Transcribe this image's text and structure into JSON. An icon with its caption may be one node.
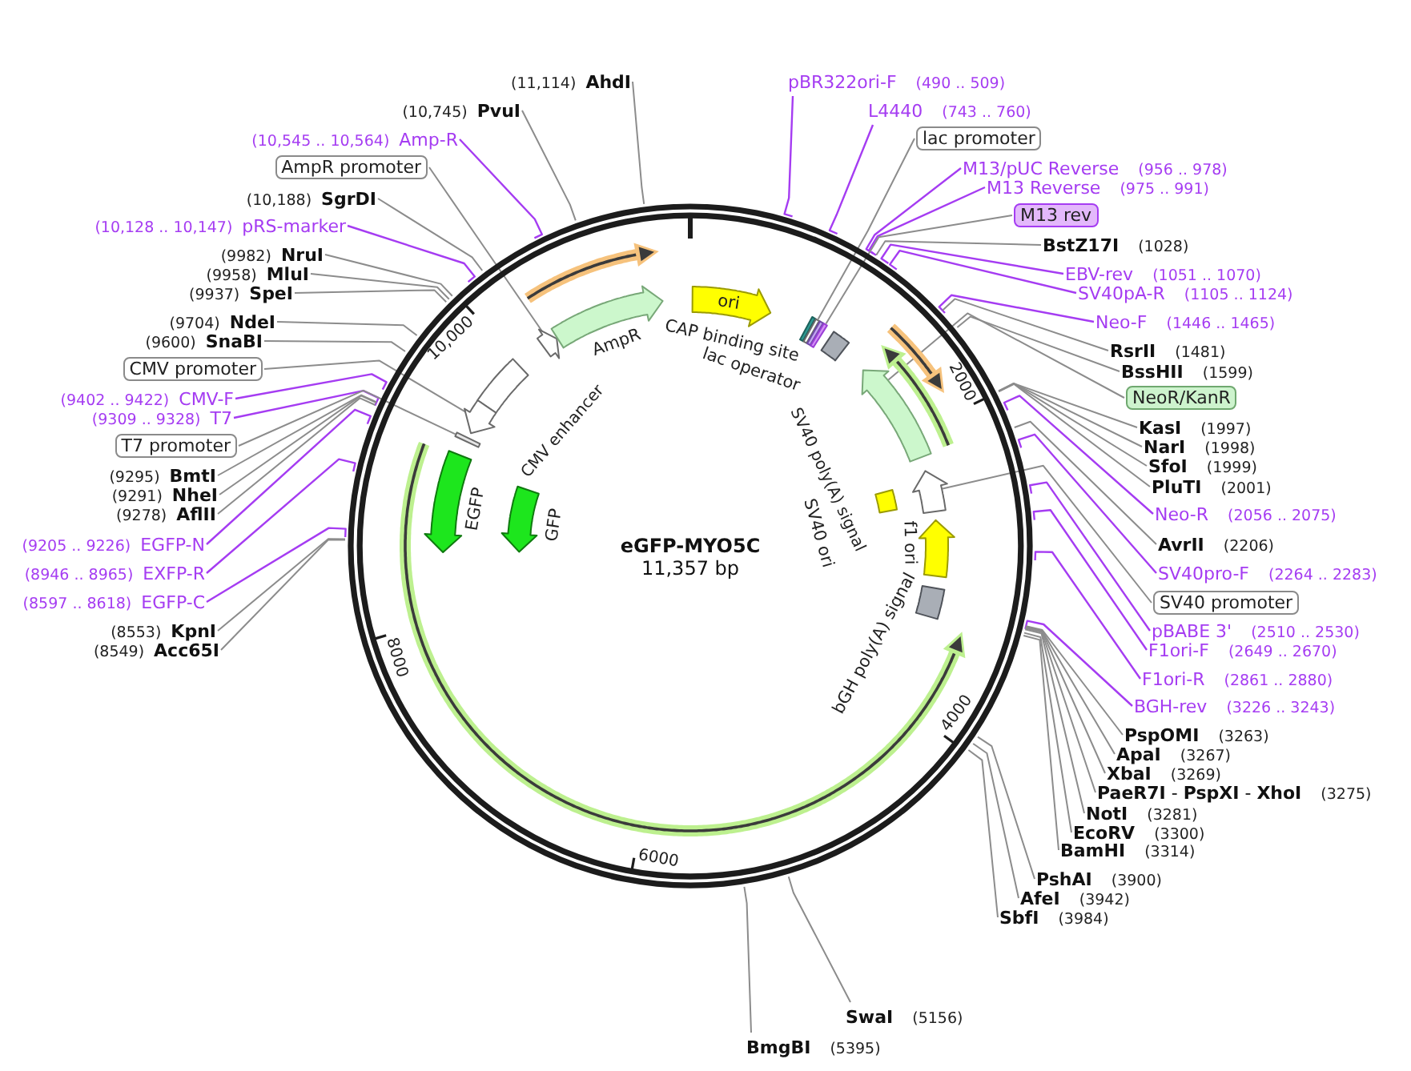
{
  "diagram": {
    "nodes": [
      {
        "text": [
          "eGFP-MYO5C",
          "11,357 bp"
        ]
      },
      {
        "text": [],
        "shape": "arrow",
        "in": 0
      },
      {
        "text": [
          "AmpR"
        ],
        "in": 0
      },
      {
        "text": [
          "ori"
        ],
        "in": 0
      },
      {
        "text": [
          "CAP binding site"
        ],
        "in": 0
      },
      {
        "text": [],
        "shape": "bar",
        "in": 0
      },
      {
        "text": [
          "lac operator"
        ],
        "in": 0
      },
      {
        "text": [],
        "shape": "bar",
        "in": 0
      },
      {
        "text": [
          "SV40 poly(A) signal"
        ],
        "in": 0
      },
      {
        "text": [
          "CMV enhancer"
        ],
        "in": 0
      },
      {
        "text": [],
        "shape": "arrow",
        "in": 0
      },
      {
        "text": [],
        "shape": "arrow",
        "in": 0
      },
      {
        "text": [],
        "shape": "bar",
        "in": 0
      },
      {
        "text": [],
        "shape": "arrow",
        "in": 0
      },
      {
        "text": [
          "EGFP"
        ],
        "in": 0
      },
      {
        "text": [
          "GFP"
        ],
        "in": 0
      },
      {
        "text": [
          "SV40 ori"
        ],
        "in": 0
      },
      {
        "text": [
          "f1 ori"
        ],
        "in": 0
      },
      {
        "text": [
          "bGH poly(A) signal"
        ],
        "in": 0
      },
      {
        "text": [
          "(11,114)",
          "AhdI"
        ]
      },
      {
        "text": [
          "(10,745)",
          "PvuI"
        ]
      },
      {
        "text": [
          "(10,545 .. 10,564)",
          "Amp-R"
        ]
      },
      {
        "text": [
          "AmpR promoter"
        ]
      },
      {
        "text": [
          "(10,188)",
          "SgrDI"
        ]
      },
      {
        "text": [
          "(10,128 .. 10,147)",
          "pRS-marker"
        ]
      },
      {
        "text": [
          "(9982)",
          "NruI"
        ]
      },
      {
        "text": [
          "(9958)",
          "MluI"
        ]
      },
      {
        "text": [
          "(9937)",
          "SpeI"
        ]
      },
      {
        "text": [
          "(9704)",
          "NdeI"
        ]
      },
      {
        "text": [
          "(9600)",
          "SnaBI"
        ]
      },
      {
        "text": [
          "CMV promoter"
        ]
      },
      {
        "text": [
          "(9402 .. 9422)",
          "CMV-F"
        ]
      },
      {
        "text": [
          "(9309 .. 9328)",
          "T7"
        ]
      },
      {
        "text": [
          "T7 promoter"
        ]
      },
      {
        "text": [
          "(9295)",
          "BmtI"
        ]
      },
      {
        "text": [
          "(9291)",
          "NheI"
        ]
      },
      {
        "text": [
          "(9278)",
          "AflII"
        ]
      },
      {
        "text": [
          "(9205 .. 9226)",
          "EGFP-N"
        ]
      },
      {
        "text": [
          "(8946 .. 8965)",
          "EXFP-R"
        ]
      },
      {
        "text": [
          "(8597 .. 8618)",
          "EGFP-C"
        ]
      },
      {
        "text": [
          "(8553)",
          "KpnI"
        ]
      },
      {
        "text": [
          "(8549)",
          "Acc65I"
        ]
      },
      {
        "text": [
          "pBR322ori-F",
          "(490 .. 509)"
        ]
      },
      {
        "text": [
          "L4440",
          "(743 .. 760)"
        ]
      },
      {
        "text": [
          "lac promoter"
        ]
      },
      {
        "text": [
          "M13/pUC Reverse",
          "(956 .. 978)"
        ]
      },
      {
        "text": [
          "M13 Reverse",
          "(975 .. 991)"
        ]
      },
      {
        "text": [
          "M13 rev"
        ]
      },
      {
        "text": [
          "BstZ17I",
          "(1028)"
        ]
      },
      {
        "text": [
          "EBV-rev",
          "(1051 .. 1070)"
        ]
      },
      {
        "text": [
          "SV40pA-R",
          "(1105 .. 1124)"
        ]
      },
      {
        "text": [
          "Neo-F",
          "(1446 .. 1465)"
        ]
      },
      {
        "text": [
          "RsrII",
          "(1481)"
        ]
      },
      {
        "text": [
          "BssHII",
          "(1599)"
        ]
      },
      {
        "text": [
          "NeoR/KanR"
        ]
      },
      {
        "text": [
          "KasI",
          "(1997)"
        ]
      },
      {
        "text": [
          "NarI",
          "(1998)"
        ]
      },
      {
        "text": [
          "SfoI",
          "(1999)"
        ]
      },
      {
        "text": [
          "PluTI",
          "(2001)"
        ]
      },
      {
        "text": [
          "Neo-R",
          "(2056 .. 2075)"
        ]
      },
      {
        "text": [
          "AvrII",
          "(2206)"
        ]
      },
      {
        "text": [
          "SV40pro-F",
          "(2264 .. 2283)"
        ]
      },
      {
        "text": [
          "SV40 promoter"
        ]
      },
      {
        "text": [
          "pBABE 3'",
          "(2510 .. 2530)"
        ]
      },
      {
        "text": [
          "F1ori-F",
          "(2649 .. 2670)"
        ]
      },
      {
        "text": [
          "F1ori-R",
          "(2861 .. 2880)"
        ]
      },
      {
        "text": [
          "BGH-rev",
          "(3226 .. 3243)"
        ]
      },
      {
        "text": [
          "PspOMI",
          "(3263)"
        ]
      },
      {
        "text": [
          "ApaI",
          "(3267)"
        ]
      },
      {
        "text": [
          "XbaI",
          "(3269)"
        ]
      },
      {
        "text": [
          "**PaeR7I** - **PspXI** - **XhoI**",
          "(3275)"
        ]
      },
      {
        "text": [
          "NotI",
          "(3281)"
        ]
      },
      {
        "text": [
          "EcoRV",
          "(3300)"
        ]
      },
      {
        "text": [
          "BamHI",
          "(3314)"
        ]
      },
      {
        "text": [
          "PshAI",
          "(3900)"
        ]
      },
      {
        "text": [
          "AfeI",
          "(3942)"
        ]
      },
      {
        "text": [
          "SbfI",
          "(3984)"
        ]
      },
      {
        "text": [
          "SwaI",
          "(5156)"
        ]
      },
      {
        "text": [
          "BmgBI",
          "(5395)"
        ]
      }
    ],
    "edges": [
      {
        "from": 19,
        "to": 0,
        "arrow": "none"
      },
      {
        "from": 20,
        "to": 0,
        "arrow": "none"
      },
      {
        "from": 21,
        "to": 0,
        "arrow": "none",
        "color": "#a53cf2"
      },
      {
        "from": 22,
        "to": 1,
        "arrow": "none"
      },
      {
        "from": 23,
        "to": 0,
        "arrow": "none"
      },
      {
        "from": 24,
        "to": 0,
        "arrow": "none",
        "color": "#a53cf2"
      },
      {
        "from": 25,
        "to": 0,
        "arrow": "none"
      },
      {
        "from": 26,
        "to": 0,
        "arrow": "none"
      },
      {
        "from": 27,
        "to": 0,
        "arrow": "none"
      },
      {
        "from": 28,
        "to": 0,
        "arrow": "none"
      },
      {
        "from": 29,
        "to": 0,
        "arrow": "none"
      },
      {
        "from": 30,
        "to": 10,
        "arrow": "none"
      },
      {
        "from": 31,
        "to": 0,
        "arrow": "none",
        "color": "#a53cf2"
      },
      {
        "from": 32,
        "to": 0,
        "arrow": "none",
        "color": "#a53cf2"
      },
      {
        "from": 33,
        "to": 12,
        "arrow": "none"
      },
      {
        "from": 34,
        "to": 0,
        "arrow": "none"
      },
      {
        "from": 35,
        "to": 0,
        "arrow": "none"
      },
      {
        "from": 36,
        "to": 0,
        "arrow": "none"
      },
      {
        "from": 37,
        "to": 0,
        "arrow": "none",
        "color": "#a53cf2"
      },
      {
        "from": 38,
        "to": 0,
        "arrow": "none",
        "color": "#a53cf2"
      },
      {
        "from": 39,
        "to": 0,
        "arrow": "none",
        "color": "#a53cf2"
      },
      {
        "from": 40,
        "to": 0,
        "arrow": "none"
      },
      {
        "from": 41,
        "to": 0,
        "arrow": "none"
      },
      {
        "from": 42,
        "to": 0,
        "arrow": "none",
        "color": "#a53cf2"
      },
      {
        "from": 43,
        "to": 0,
        "arrow": "none",
        "color": "#a53cf2"
      },
      {
        "from": 44,
        "to": 5,
        "arrow": "none"
      },
      {
        "from": 45,
        "to": 0,
        "arrow": "none",
        "color": "#a53cf2"
      },
      {
        "from": 46,
        "to": 0,
        "arrow": "none",
        "color": "#a53cf2"
      },
      {
        "from": 47,
        "to": 7,
        "arrow": "none"
      },
      {
        "from": 48,
        "to": 0,
        "arrow": "none"
      },
      {
        "from": 49,
        "to": 0,
        "arrow": "none",
        "color": "#a53cf2"
      },
      {
        "from": 50,
        "to": 0,
        "arrow": "none",
        "color": "#a53cf2"
      },
      {
        "from": 51,
        "to": 0,
        "arrow": "none",
        "color": "#a53cf2"
      },
      {
        "from": 52,
        "to": 0,
        "arrow": "none"
      },
      {
        "from": 53,
        "to": 0,
        "arrow": "none"
      },
      {
        "from": 54,
        "to": 11,
        "arrow": "none"
      },
      {
        "from": 55,
        "to": 0,
        "arrow": "none"
      },
      {
        "from": 56,
        "to": 0,
        "arrow": "none"
      },
      {
        "from": 57,
        "to": 0,
        "arrow": "none"
      },
      {
        "from": 58,
        "to": 0,
        "arrow": "none"
      },
      {
        "from": 59,
        "to": 0,
        "arrow": "none",
        "color": "#a53cf2"
      },
      {
        "from": 60,
        "to": 0,
        "arrow": "none"
      },
      {
        "from": 61,
        "to": 0,
        "arrow": "none",
        "color": "#a53cf2"
      },
      {
        "from": 62,
        "to": 13,
        "arrow": "none"
      },
      {
        "from": 63,
        "to": 0,
        "arrow": "none",
        "color": "#a53cf2"
      },
      {
        "from": 64,
        "to": 0,
        "arrow": "none",
        "color": "#a53cf2"
      },
      {
        "from": 65,
        "to": 0,
        "arrow": "none",
        "color": "#a53cf2"
      },
      {
        "from": 66,
        "to": 0,
        "arrow": "none",
        "color": "#a53cf2"
      },
      {
        "from": 67,
        "to": 0,
        "arrow": "none"
      },
      {
        "from": 68,
        "to": 0,
        "arrow": "none"
      },
      {
        "from": 69,
        "to": 0,
        "arrow": "none"
      },
      {
        "from": 70,
        "to": 0,
        "arrow": "none"
      },
      {
        "from": 71,
        "to": 0,
        "arrow": "none"
      },
      {
        "from": 72,
        "to": 0,
        "arrow": "none"
      },
      {
        "from": 73,
        "to": 0,
        "arrow": "none"
      },
      {
        "from": 74,
        "to": 0,
        "arrow": "none"
      },
      {
        "from": 75,
        "to": 0,
        "arrow": "none"
      },
      {
        "from": 76,
        "to": 0,
        "arrow": "none"
      },
      {
        "from": 77,
        "to": 0,
        "arrow": "none"
      },
      {
        "from": 78,
        "to": 0,
        "arrow": "none"
      }
    ],
    "labels": [
      "10,000",
      "2000",
      "8000",
      "4000",
      "6000"
    ]
  }
}
